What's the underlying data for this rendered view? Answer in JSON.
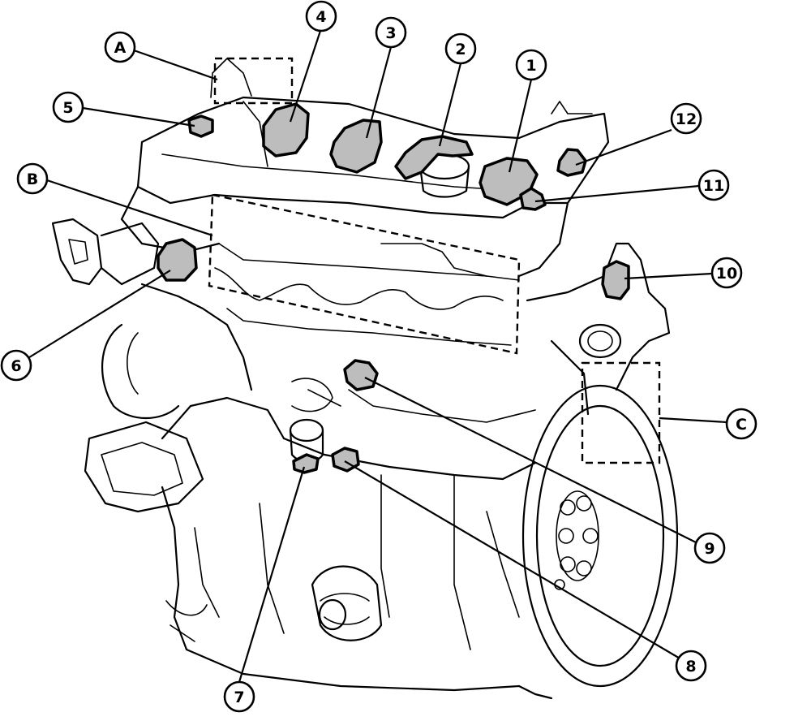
{
  "callouts": [
    {
      "id": "1",
      "label": "1"
    },
    {
      "id": "2",
      "label": "2"
    },
    {
      "id": "3",
      "label": "3"
    },
    {
      "id": "4",
      "label": "4"
    },
    {
      "id": "5",
      "label": "5"
    },
    {
      "id": "6",
      "label": "6"
    },
    {
      "id": "7",
      "label": "7"
    },
    {
      "id": "8",
      "label": "8"
    },
    {
      "id": "9",
      "label": "9"
    },
    {
      "id": "10",
      "label": "10"
    },
    {
      "id": "11",
      "label": "11"
    },
    {
      "id": "12",
      "label": "12"
    },
    {
      "id": "A",
      "label": "A"
    },
    {
      "id": "B",
      "label": "B"
    },
    {
      "id": "C",
      "label": "C"
    }
  ]
}
